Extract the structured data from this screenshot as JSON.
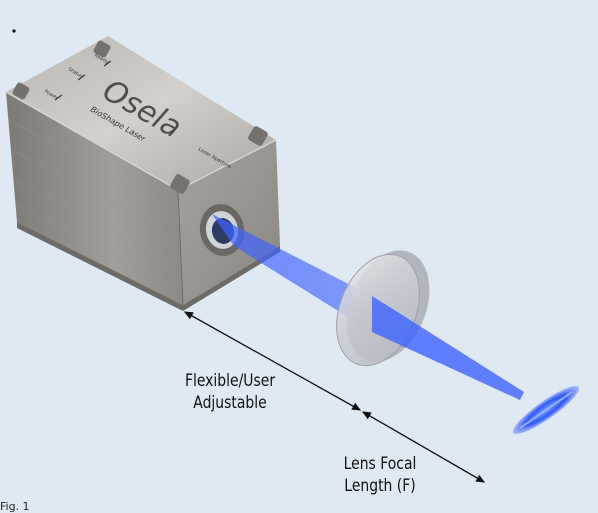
{
  "laser": {
    "brand": "Osela",
    "product": "BioShape Laser",
    "marking_aperture": "Laser Aperture",
    "marking_power": "Power",
    "marking_status": "Status",
    "marking_ready": "Ready"
  },
  "labels": {
    "flexible_line1": "Flexible/User",
    "flexible_line2": "Adjustable",
    "lens_line1": "Lens Focal",
    "lens_line2": "Length (F)"
  },
  "caption": "Fig. 1",
  "colors": {
    "background": "#dfe9f4",
    "beam": "#3d63ff",
    "housing": "#8f8c87"
  }
}
